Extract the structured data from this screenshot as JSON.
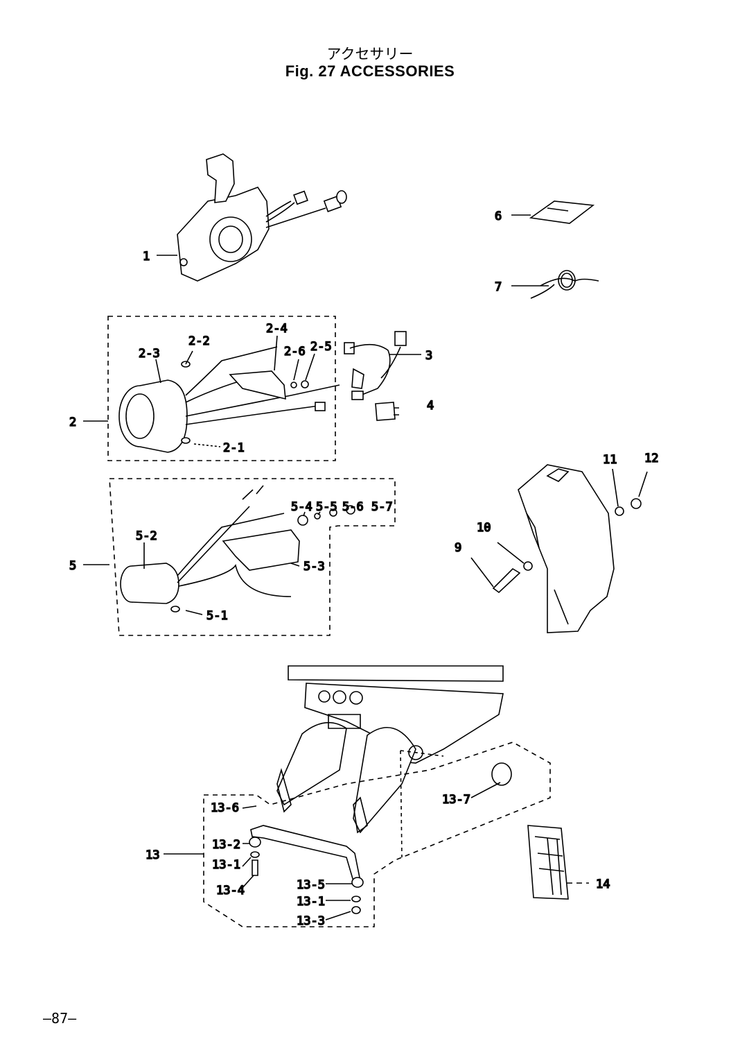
{
  "title": {
    "jp": "アクセサリー",
    "en": "Fig. 27   ACCESSORIES"
  },
  "page_number": "—87—",
  "callouts": {
    "c1": "1",
    "c2": "2",
    "c2_1": "2-1",
    "c2_2": "2-2",
    "c2_3": "2-3",
    "c2_4": "2-4",
    "c2_5": "2-5",
    "c2_6": "2-6",
    "c3": "3",
    "c4": "4",
    "c5": "5",
    "c5_1": "5-1",
    "c5_2": "5-2",
    "c5_3": "5-3",
    "c5_4": "5-4",
    "c5_5": "5-5",
    "c5_6": "5-6",
    "c5_7": "5-7",
    "c6": "6",
    "c7": "7",
    "c9": "9",
    "c10": "10",
    "c11": "11",
    "c12": "12",
    "c13": "13",
    "c13_1a": "13-1",
    "c13_1b": "13-1",
    "c13_2": "13-2",
    "c13_3": "13-3",
    "c13_4": "13-4",
    "c13_5": "13-5",
    "c13_6": "13-6",
    "c13_7": "13-7",
    "c14": "14"
  }
}
